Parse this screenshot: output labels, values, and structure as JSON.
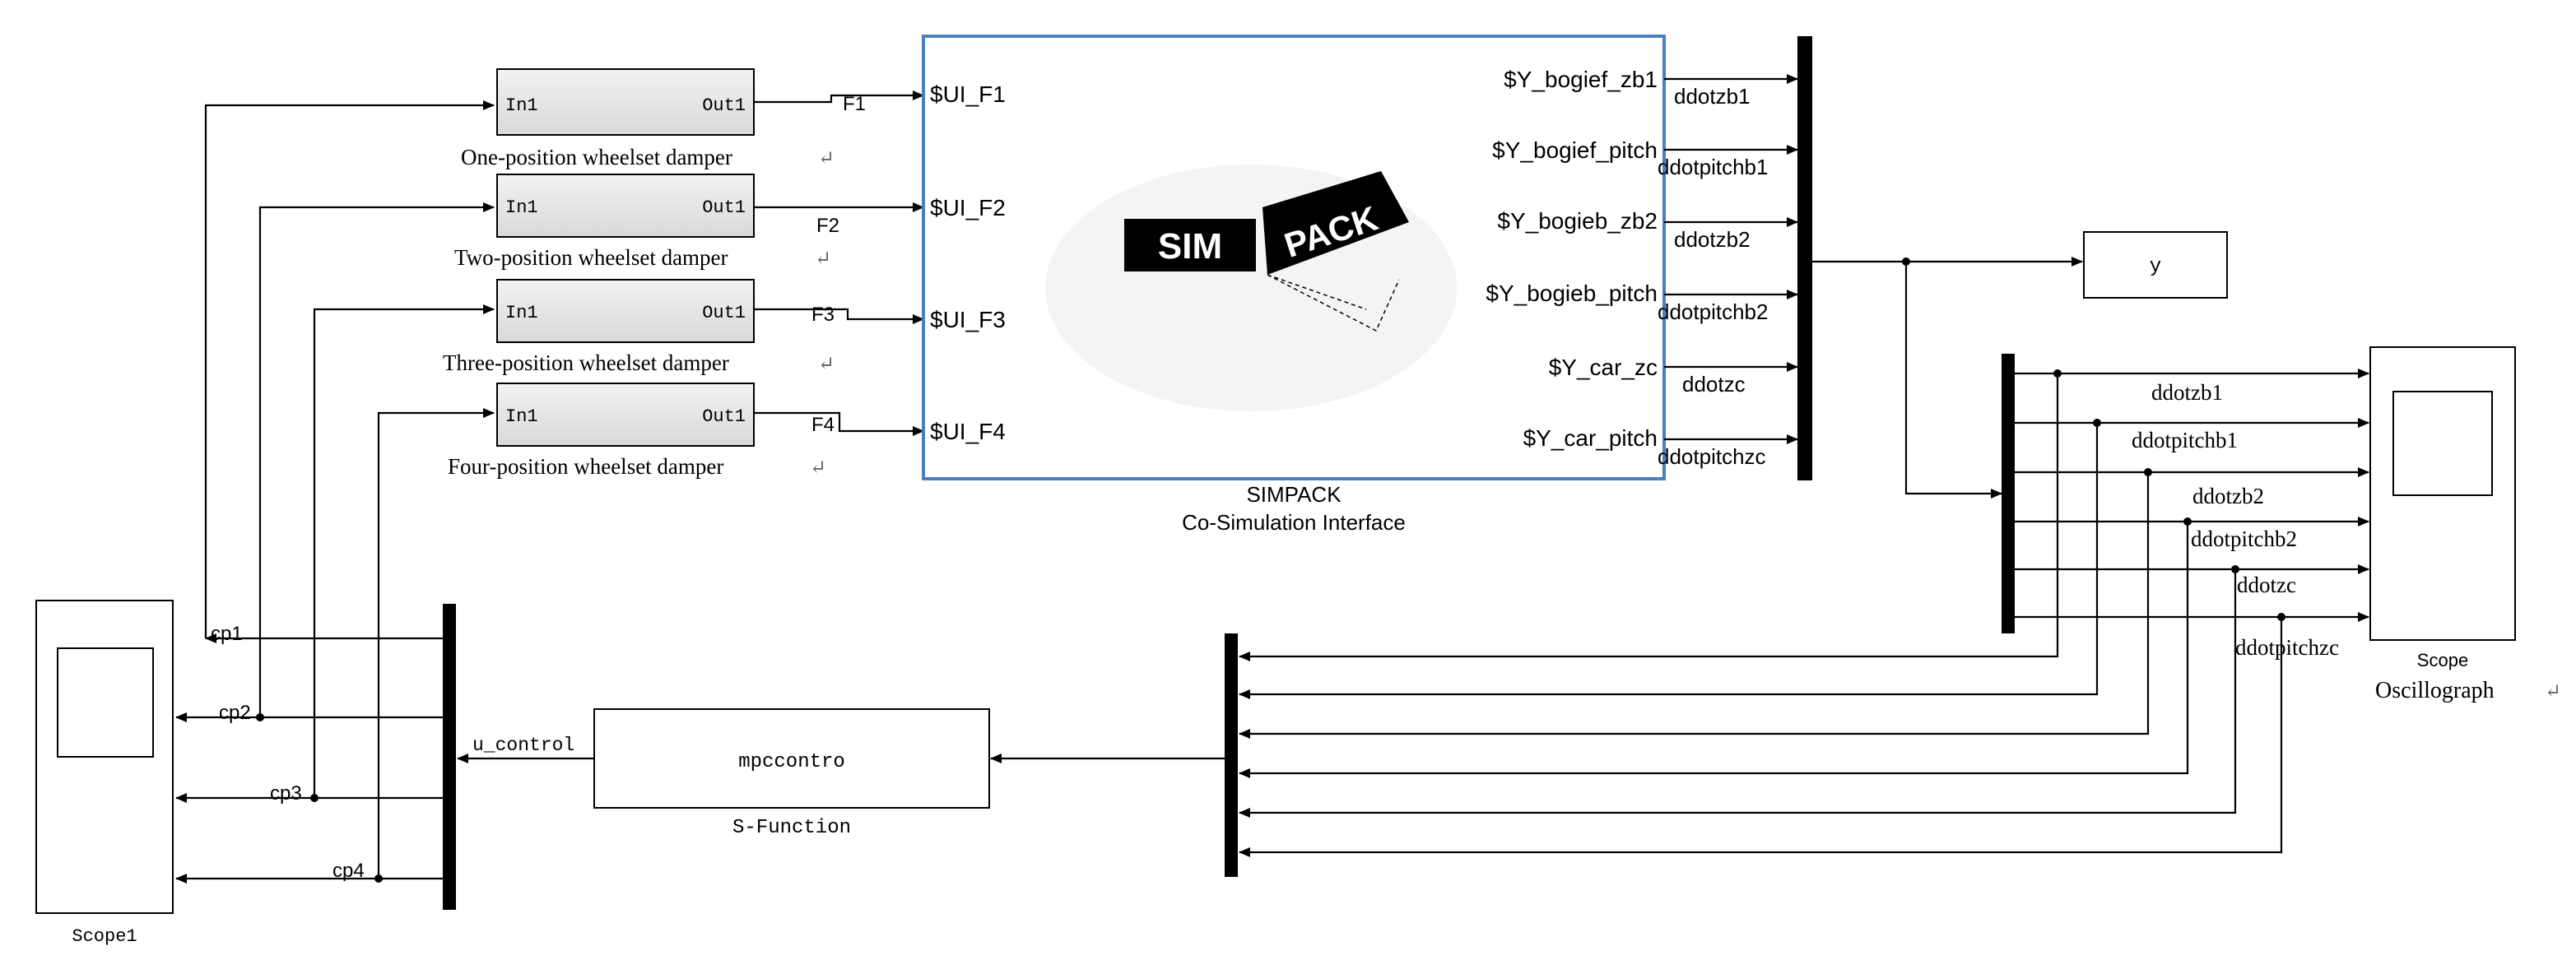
{
  "colors": {
    "line": "#000000",
    "simpack_border": "#4a7fc1",
    "background": "#ffffff"
  },
  "dampers": [
    {
      "in": "In1",
      "out": "Out1",
      "caption": "One-position wheelset damper",
      "signal": "F1"
    },
    {
      "in": "In1",
      "out": "Out1",
      "caption": "Two-position wheelset damper",
      "signal": "F2"
    },
    {
      "in": "In1",
      "out": "Out1",
      "caption": "Three-position wheelset damper",
      "signal": "F3"
    },
    {
      "in": "In1",
      "out": "Out1",
      "caption": "Four-position wheelset damper",
      "signal": "F4"
    }
  ],
  "return_mark": "↵",
  "simpack": {
    "inputs": [
      "$UI_F1",
      "$UI_F2",
      "$UI_F3",
      "$UI_F4"
    ],
    "outputs": [
      "$Y_bogief_zb1",
      "$Y_bogief_pitch",
      "$Y_bogieb_zb2",
      "$Y_bogieb_pitch",
      "$Y_car_zc",
      "$Y_car_pitch"
    ],
    "logo_left": "SIM",
    "logo_right": "PACK",
    "caption_line1": "SIMPACK",
    "caption_line2": "Co-Simulation Interface"
  },
  "output_signals": [
    "ddotzb1",
    "ddotpitchb1",
    "ddotzb2",
    "ddotpitchb2",
    "ddotzc",
    "ddotpitchzc"
  ],
  "y_block": "y",
  "oscillograph": {
    "label": "Scope",
    "caption": "Oscillograph"
  },
  "scope1": {
    "label": "Scope1"
  },
  "control_signals": [
    "cp1",
    "cp2",
    "cp3",
    "cp4"
  ],
  "u_control": "u_control",
  "sfunction": {
    "name": "mpccontro",
    "caption": "S-Function"
  }
}
